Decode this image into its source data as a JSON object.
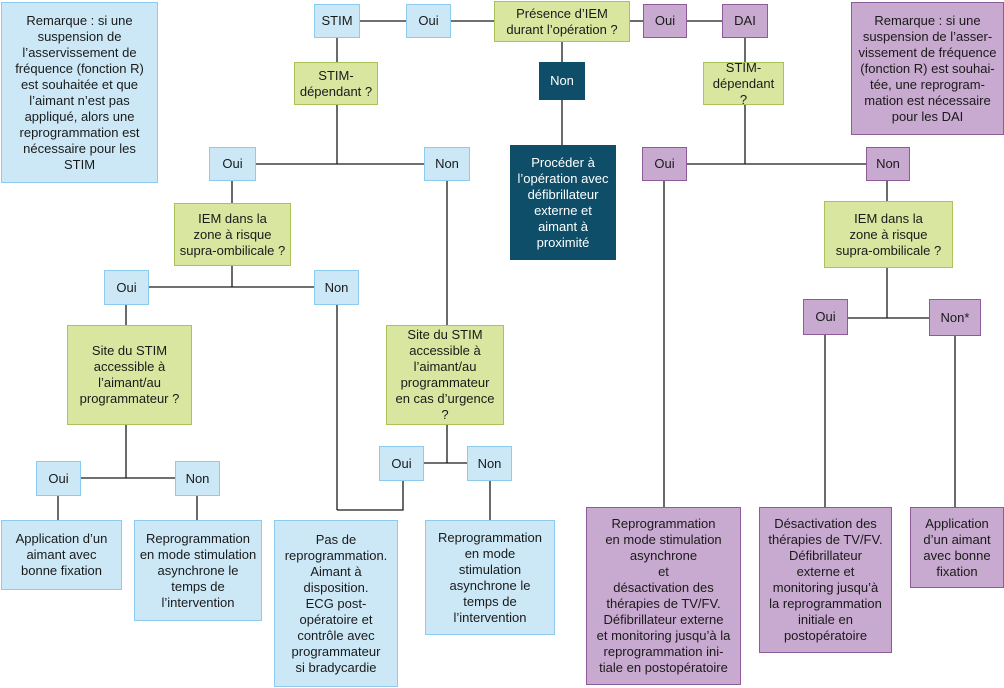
{
  "note_left": "Remarque : si une\nsuspension de\nl’asservissement de\nfréquence (fonction R)\nest souhaitée et que\nl’aimant n’est pas\nappliqué, alors une\nreprogrammation est\nnécessaire pour les\nSTIM",
  "note_right": "Remarque : si une\nsuspension de l’asser-\nvissement de fréquence\n(fonction R) est souhai-\ntée, une reprogram-\nmation est nécessaire\npour les DAI",
  "top": {
    "stim": "STIM",
    "oui_left": "Oui",
    "question": "Présence d’IEM\ndurant l’opération ?",
    "oui_right": "Oui",
    "dai": "DAI",
    "non": "Non",
    "external": "Procéder à\nl’opération avec\ndéfibrillateur\nexterne et\naimant à\nproximité"
  },
  "stim_branch": {
    "stim_dependant": "STIM-\ndépendant ?",
    "oui": "Oui",
    "non": "Non",
    "iem_zone": "IEM dans la\nzone à risque\nsupra-ombilicale ?",
    "iem_oui": "Oui",
    "iem_non": "Non",
    "site_accessible": "Site du STIM\naccessible à\nl’aimant/au\nprogrammateur ?",
    "site_oui": "Oui",
    "site_non": "Non",
    "aimant_fixation": "Application d’un\naimant avec\nbonne fixation",
    "reprog_left": "Reprogrammation\nen mode stimulation\nasynchrone le temps de\nl’intervention",
    "site_urgence": "Site du STIM\naccessible à\nl’aimant/au\nprogrammateur\nen cas d’urgence ?",
    "urg_oui": "Oui",
    "urg_non": "Non",
    "pas_reprog": "Pas de\nreprogrammation.\nAimant à\ndisposition.\nECG post-\nopératoire et\ncontrôle avec\nprogrammateur\nsi bradycardie",
    "reprog_right": "Reprogrammation\nen mode\nstimulation\nasynchrone le\ntemps de\nl’intervention"
  },
  "dai_branch": {
    "stim_dependant": "STIM-\ndépendant ?",
    "oui": "Oui",
    "non": "Non",
    "iem_zone": "IEM dans la\nzone à risque\nsupra-ombilicale ?",
    "iem_oui": "Oui",
    "iem_non": "Non*",
    "reprog_async": "Reprogrammation\nen mode stimulation\nasynchrone\net\ndésactivation des\nthérapies de TV/FV.\nDéfibrillateur externe\net monitoring jusqu’à la\nreprogrammation ini-\ntiale en postopératoire",
    "desactivation": "Désactivation des\nthérapies de TV/FV.\nDéfibrillateur\nexterne et\nmonitoring jusqu’à\nla reprogrammation\ninitiale en\npostopératoire",
    "aimant_fixation": "Application\nd’un aimant\navec bonne\nfixation"
  }
}
